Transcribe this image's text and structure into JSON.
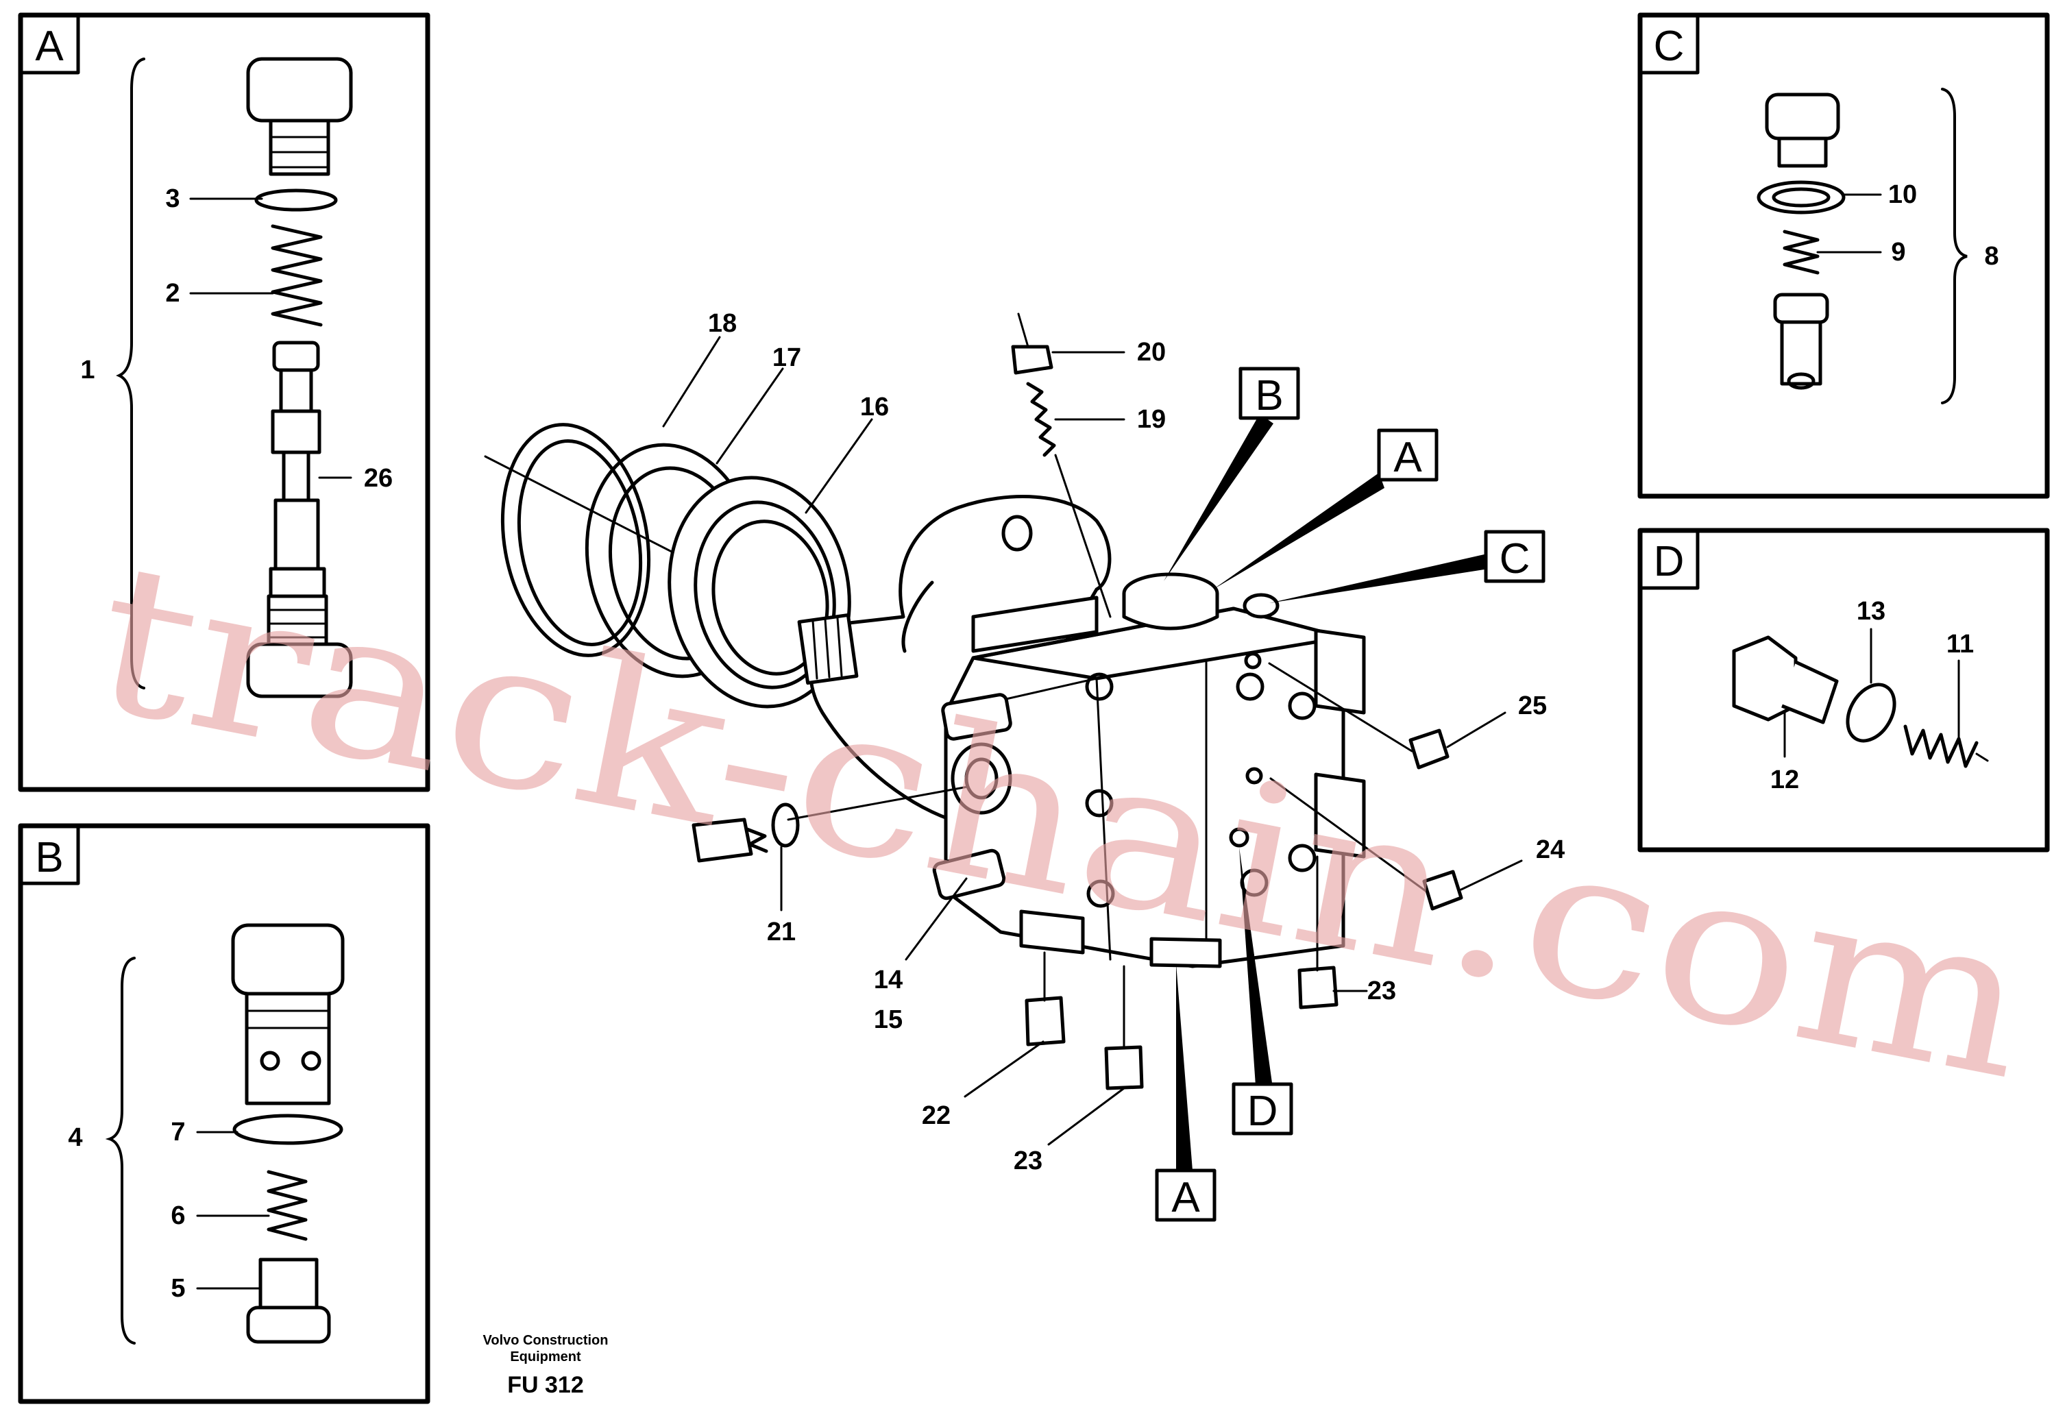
{
  "detail_panels": [
    {
      "id": "A",
      "label": "A"
    },
    {
      "id": "B",
      "label": "B"
    },
    {
      "id": "C",
      "label": "C"
    },
    {
      "id": "D",
      "label": "D"
    }
  ],
  "main_view_callouts": [
    {
      "id": "B",
      "label": "B"
    },
    {
      "id": "A_top",
      "label": "A"
    },
    {
      "id": "C",
      "label": "C"
    },
    {
      "id": "D",
      "label": "D"
    },
    {
      "id": "A_bottom",
      "label": "A"
    }
  ],
  "part_numbers": {
    "p1": "1",
    "p2": "2",
    "p3": "3",
    "p4": "4",
    "p5": "5",
    "p6": "6",
    "p7": "7",
    "p8": "8",
    "p9": "9",
    "p10": "10",
    "p11": "11",
    "p12": "12",
    "p13": "13",
    "p14": "14",
    "p15": "15",
    "p16": "16",
    "p17": "17",
    "p18": "18",
    "p19": "19",
    "p20": "20",
    "p21": "21",
    "p22": "22",
    "p23a": "23",
    "p23b": "23",
    "p24": "24",
    "p25": "25",
    "p26": "26"
  },
  "caption": {
    "line1": "Volvo Construction",
    "line2": "Equipment",
    "code": "FU 312"
  },
  "watermark": "track-chain.com"
}
